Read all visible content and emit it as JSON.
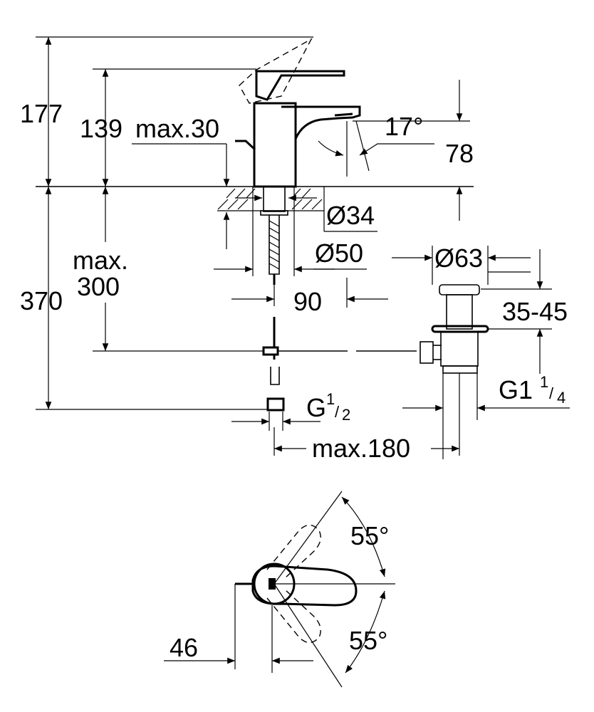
{
  "dimensions": {
    "d177": "177",
    "d139": "139",
    "max30": "max.30",
    "angle17": "17°",
    "d78": "78",
    "d34": "Ø34",
    "max_label": "max.",
    "max_value": "300",
    "d370": "370",
    "d50": "Ø50",
    "d90": "90",
    "d63": "Ø63",
    "d35_45": "35-45",
    "g_half_base": "G",
    "g_half_num": "1",
    "g_half_den": "2",
    "g1_base": "G1",
    "g1_num": "1",
    "g1_den": "4",
    "max180": "max.180",
    "angle55_top": "55°",
    "angle55_bottom": "55°",
    "d46": "46"
  },
  "icons": {
    "arrowhead": "arrowhead-icon"
  }
}
